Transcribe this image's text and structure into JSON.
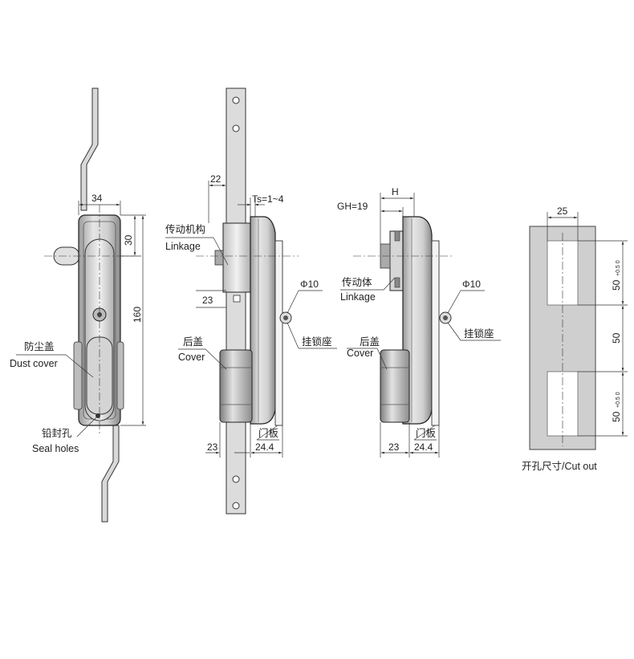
{
  "view1": {
    "dim_width": "34",
    "dim_top": "30",
    "dim_height": "160",
    "dust_cover_cn": "防尘盖",
    "dust_cover_en": "Dust cover",
    "seal_holes_cn": "铅封孔",
    "seal_holes_en": "Seal holes"
  },
  "view2": {
    "dim_22": "22",
    "dim_ts": "Ts=1~4",
    "linkage_cn": "传动机构",
    "linkage_en": "Linkage",
    "dim_23_upper": "23",
    "phi": "Φ10",
    "padlock_cn": "挂锁座",
    "cover_cn": "后盖",
    "cover_en": "Cover",
    "door_cn": "门板",
    "dim_23": "23",
    "dim_24": "24.4"
  },
  "view3": {
    "dim_h": "H",
    "dim_gh": "GH=19",
    "linkage_cn": "传动体",
    "linkage_en": "Linkage",
    "phi": "Φ10",
    "padlock_cn": "挂锁座",
    "cover_cn": "后盖",
    "cover_en": "Cover",
    "door_cn": "门板",
    "dim_23": "23",
    "dim_24": "24.4"
  },
  "view4": {
    "dim_25": "25",
    "dim_50a": "50",
    "dim_50a_tol": "+0.5\n0",
    "dim_50b": "50",
    "dim_50c": "50",
    "dim_50c_tol": "+0.5\n0",
    "caption": "开孔尺寸/Cut out"
  }
}
